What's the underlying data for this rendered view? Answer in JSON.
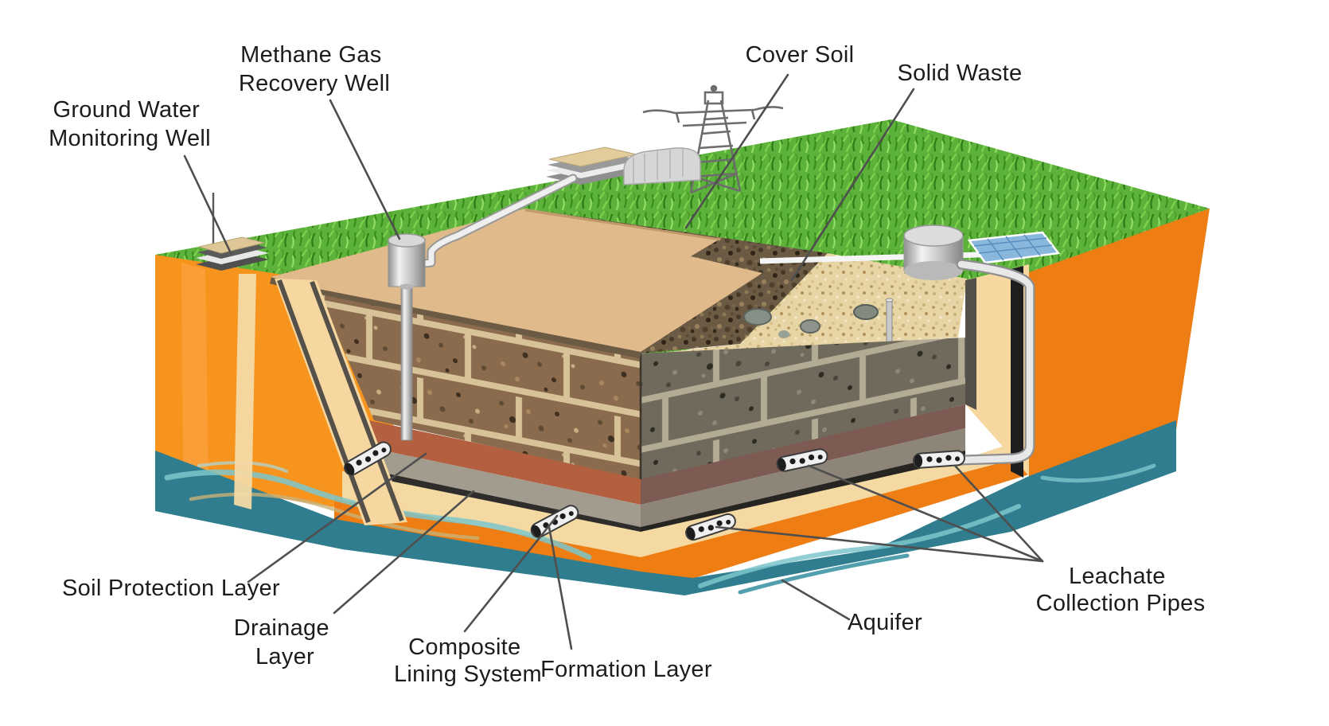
{
  "meta": {
    "description": "3D cutaway diagram of a sanitary landfill showing construction layers and wells",
    "background": "#ffffff"
  },
  "labels": [
    {
      "id": "ground-water-monitoring-well",
      "lines": [
        "Ground Water",
        "Monitoring Well"
      ]
    },
    {
      "id": "methane-gas-recovery-well",
      "lines": [
        "Methane Gas",
        "Recovery Well"
      ]
    },
    {
      "id": "cover-soil",
      "lines": [
        "Cover Soil"
      ]
    },
    {
      "id": "solid-waste",
      "lines": [
        "Solid Waste"
      ]
    },
    {
      "id": "soil-protection-layer",
      "lines": [
        "Soil Protection Layer"
      ]
    },
    {
      "id": "drainage-layer",
      "lines": [
        "Drainage",
        "Layer"
      ]
    },
    {
      "id": "composite-lining-system",
      "lines": [
        "Composite",
        "Lining System"
      ]
    },
    {
      "id": "formation-layer",
      "lines": [
        "Formation Layer"
      ]
    },
    {
      "id": "aquifer",
      "lines": [
        "Aquifer"
      ]
    },
    {
      "id": "leachate-collection-pipes",
      "lines": [
        "Leachate",
        "Collection Pipes"
      ]
    }
  ],
  "colors": {
    "background": "#ffffff",
    "label_text": "#1c1c1c",
    "leader_line": "#4f4f4f",
    "grass": "#5cb23a",
    "soil_orange": "#f7941e",
    "soil_orange_dark": "#ee7d13",
    "aquifer_teal": "#2f7d8e",
    "aquifer_wave_light": "#7cc5cd",
    "aquifer_wave_sand": "#c8b078",
    "cover_soil_tan": "#e0ba8b",
    "waste_brown": "#8a6b4e",
    "waste_dark": "#6f6a5c",
    "waste_top_dark": "#6b5b45",
    "sand": "#e8d5a6",
    "soil_protection": "#b2603f",
    "soil_protection_right": "#7d5a52",
    "drainage_gray": "#a29c8f",
    "drainage_gray_right": "#8c8578",
    "lining_black": "#2e2d2b",
    "formation_tan": "#f5d9a3",
    "slope_liner_tan": "#f6d7a0",
    "pipe_silver": "#e8e8e8",
    "mortar_tan": "#d8c298"
  },
  "components": [
    "grass-surface",
    "transmission-tower",
    "gas-collection-facility",
    "flare-slab-stack",
    "ground-water-monitoring-well",
    "methane-gas-recovery-well",
    "gas-pipe",
    "cover-soil-cap",
    "solid-waste-bales",
    "sandy-waste-surface",
    "rocks",
    "leachate-storage-tank",
    "drain-panel",
    "leachate-riser-pipe",
    "leachate-collection-pipes",
    "soil-protection-layer",
    "drainage-layer",
    "composite-lining-system",
    "formation-layer",
    "aquifer"
  ]
}
